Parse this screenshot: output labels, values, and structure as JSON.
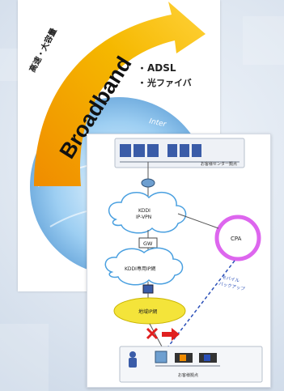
{
  "back_panel": {
    "tagline": "高速・大容量",
    "brand": "Broadband",
    "feature_1": "ADSL",
    "feature_2": "光ファイバ",
    "internet_label": "Inter"
  },
  "diagram": {
    "hq_label": "お客様センター拠点",
    "cloud_vpn_line1": "KDDI",
    "cloud_vpn_line2": "IP-VPN",
    "gw_label": "GW",
    "cloud_dedicated": "KDDI専用IP網",
    "cloud_regional": "地域IP網",
    "cpa_label": "CPA",
    "backup_line1": "モバイル",
    "backup_line2": "バックアップ",
    "branch_label": "お客様拠点",
    "colors": {
      "arrow_yellow": "#f5b800",
      "arrow_orange": "#f08c00",
      "cloud_blue": "#4aa0e0",
      "regional_yellow": "#f4e43a",
      "cpa_purple": "#dd66ee",
      "fail_red": "#e02020",
      "backup_blue": "#2a4fb8"
    }
  }
}
